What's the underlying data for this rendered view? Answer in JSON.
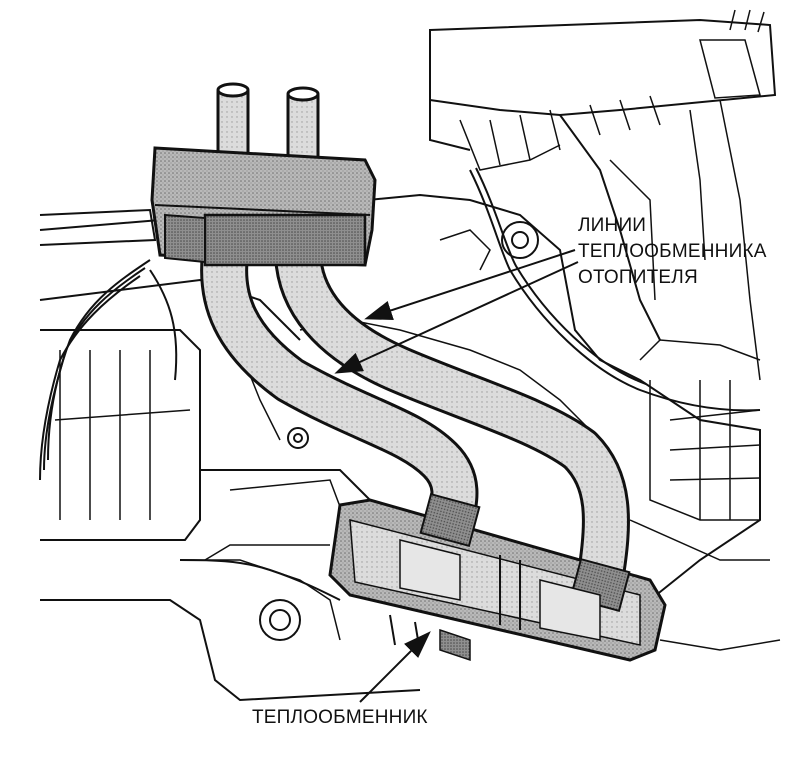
{
  "labels": {
    "heater_core_lines": [
      "ЛИНИИ",
      "ТЕПЛООБМЕННИКА",
      "ОТОПИТЕЛЯ"
    ],
    "heater_core": "ТЕПЛООБМЕННИК"
  },
  "colors": {
    "ink": "#111111",
    "paper": "#ffffff",
    "shade_dark": "#7a7a7a",
    "shade_mid": "#a8a8a8",
    "shade_light": "#d2d2d2"
  }
}
